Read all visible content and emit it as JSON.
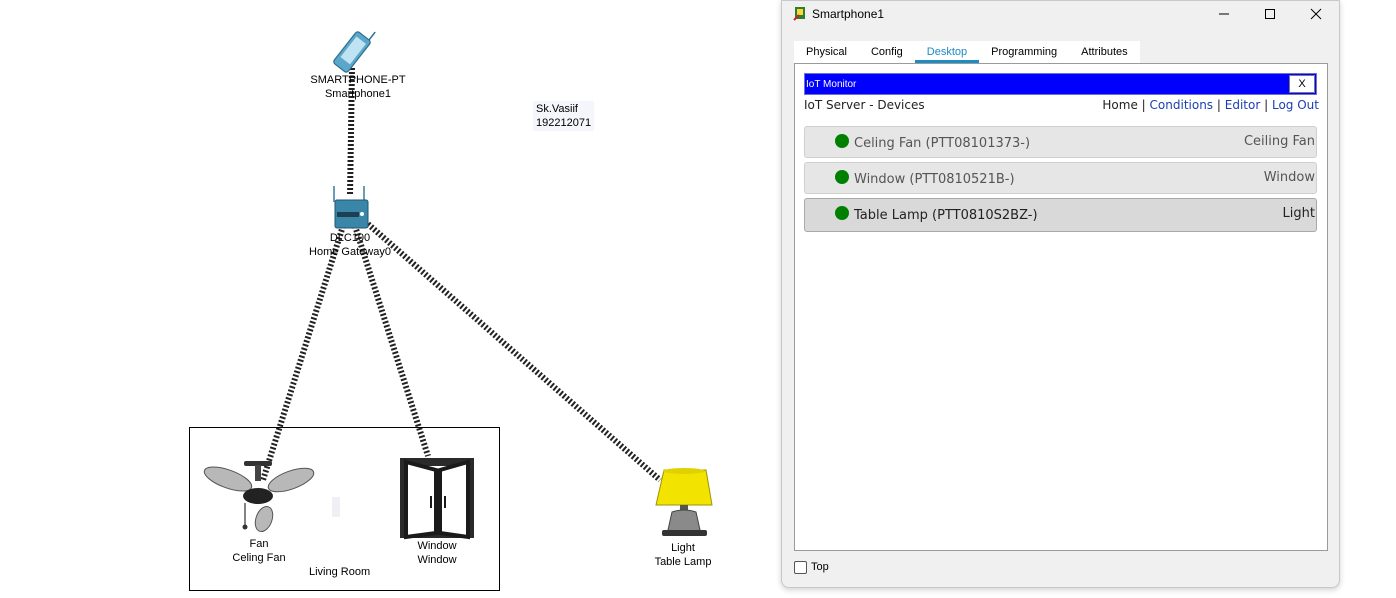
{
  "topology": {
    "smartphone": {
      "model": "SMARTPHONE-PT",
      "name": "Smartphone1"
    },
    "note": {
      "line1": "Sk.Vasiif",
      "line2": "192212071"
    },
    "gateway": {
      "model": "DLC100",
      "name": "Home Gateway0"
    },
    "fan": {
      "line1": "Fan",
      "line2": "Celing Fan"
    },
    "window_device": {
      "line1": "Window",
      "line2": "Window"
    },
    "lamp": {
      "line1": "Light",
      "line2": "Table Lamp"
    },
    "room_label": "Living Room"
  },
  "window": {
    "title": "Smartphone1",
    "controls": {
      "minimize": "—",
      "maximize": "☐",
      "close": "✕"
    },
    "tabs": [
      {
        "label": "Physical",
        "active": false
      },
      {
        "label": "Config",
        "active": false
      },
      {
        "label": "Desktop",
        "active": true
      },
      {
        "label": "Programming",
        "active": false
      },
      {
        "label": "Attributes",
        "active": false
      }
    ],
    "app_title": "IoT Monitor",
    "close_label": "X",
    "header_title": "IoT Server - Devices",
    "nav": {
      "home": "Home",
      "sep": "|",
      "conditions": "Conditions",
      "editor": "Editor",
      "logout": "Log Out"
    },
    "devices": [
      {
        "name": "Celing Fan (PTT08101373-)",
        "type": "Ceiling Fan",
        "status_color": "#008000",
        "selected": false
      },
      {
        "name": "Window (PTT0810521B-)",
        "type": "Window",
        "status_color": "#008000",
        "selected": false
      },
      {
        "name": "Table Lamp (PTT0810S2BZ-)",
        "type": "Light",
        "status_color": "#008000",
        "selected": true
      }
    ],
    "top_checkbox_label": "Top"
  }
}
